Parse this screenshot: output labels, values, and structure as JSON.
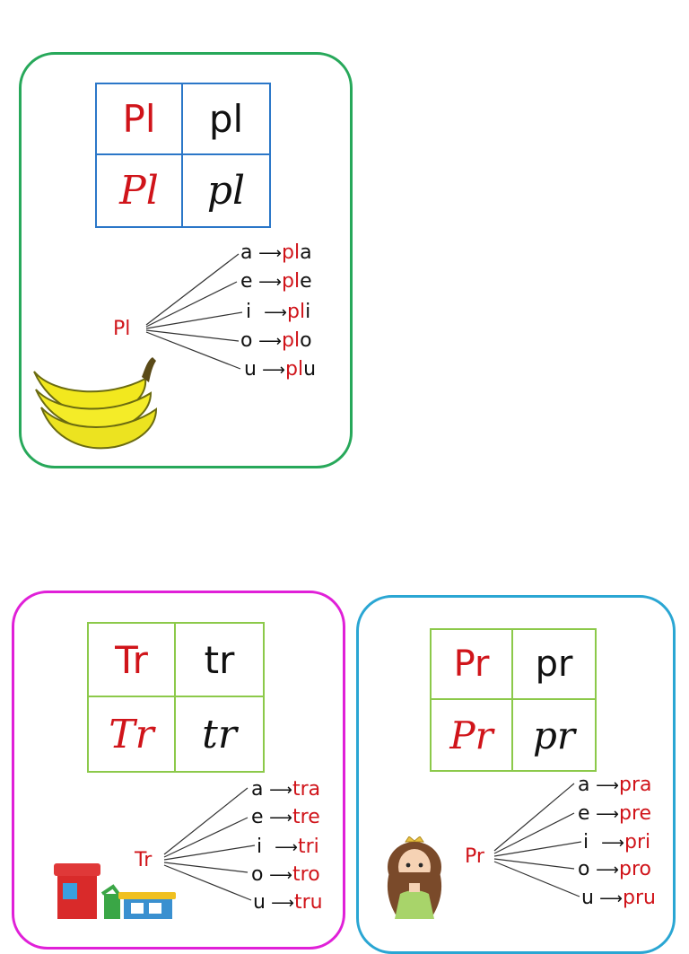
{
  "cards": [
    {
      "id": "pl",
      "border_color": "#27a85a",
      "grid_color": "#2b77c8",
      "grid": {
        "upper_print": "Pl",
        "lower_print": "pl",
        "upper_script": "Pl",
        "lower_script": "pl"
      },
      "root": "Pl",
      "prefix": "pl",
      "vowels": [
        "a",
        "e",
        "i",
        "o",
        "u"
      ],
      "picture": "banana-icon"
    },
    {
      "id": "tr",
      "border_color": "#e020d8",
      "grid_color": "#8cc94a",
      "grid": {
        "upper_print": "Tr",
        "lower_print": "tr",
        "upper_script": "Tr",
        "lower_script": "tr"
      },
      "root": "Tr",
      "prefix": "tr",
      "vowels": [
        "a",
        "e",
        "i",
        "o",
        "u"
      ],
      "picture": "toy-train-icon"
    },
    {
      "id": "pr",
      "border_color": "#2aa6d3",
      "grid_color": "#8cc94a",
      "grid": {
        "upper_print": "Pr",
        "lower_print": "pr",
        "upper_script": "Pr",
        "lower_script": "pr"
      },
      "root": "Pr",
      "prefix": "pr",
      "vowels": [
        "a",
        "e",
        "i",
        "o",
        "u"
      ],
      "picture": "princess-icon"
    }
  ]
}
